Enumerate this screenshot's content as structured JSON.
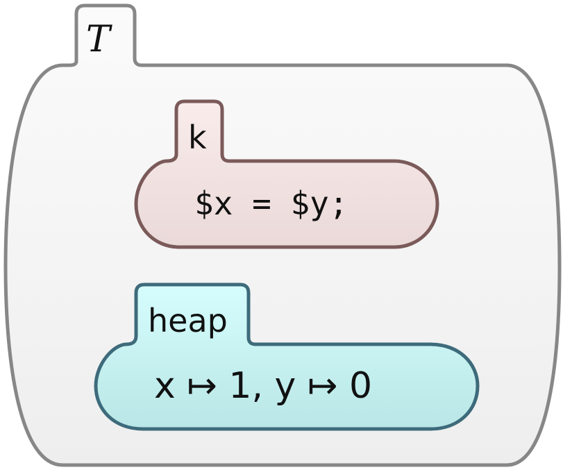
{
  "cells": {
    "T": {
      "label": "T",
      "fill_top": "#fbfbfb",
      "fill_bottom": "#eeeeee",
      "stroke": "#878787"
    },
    "k": {
      "label": "k",
      "content": "$x = $y;",
      "fill_top": "#f9eceb",
      "fill_bottom": "#ead9d8",
      "stroke": "#7b5a5a"
    },
    "heap": {
      "label": "heap",
      "content": "x ↦ 1, y ↦ 0",
      "fill_top": "#d6fdfd",
      "fill_bottom": "#b9e6e6",
      "stroke": "#3e6b7b"
    }
  }
}
